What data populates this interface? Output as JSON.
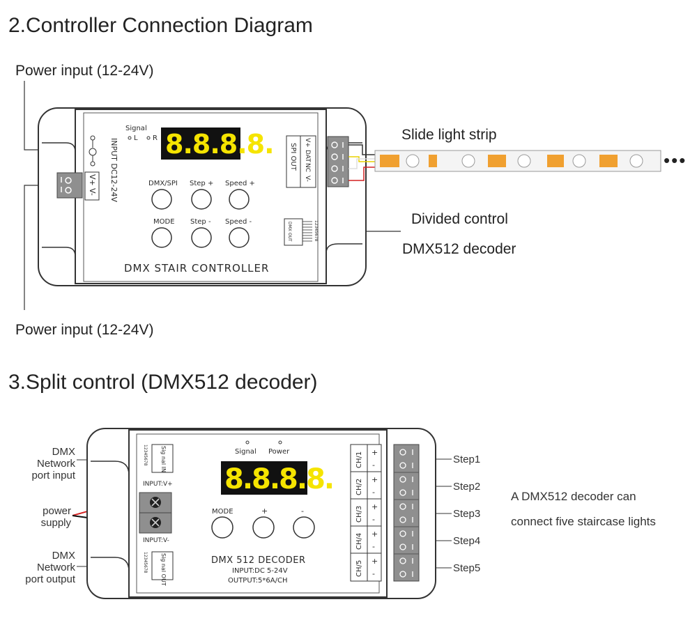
{
  "section2": {
    "title": "2.Controller Connection Diagram",
    "power_top": "Power input (12-24V)",
    "power_bottom": "Power input (12-24V)",
    "strip_label": "Slide light strip",
    "divided_label": "Divided control",
    "decoder_label": "DMX512 decoder",
    "controller": {
      "name": "DMX STAIR CONTROLLER",
      "display": "8.8.8.8.",
      "signal": "Signal",
      "signal_l": "L",
      "signal_r": "R",
      "input_label": "INPUT DC12-24V",
      "input_pins": [
        "V+",
        "V-"
      ],
      "spi_label": "SPI OUT",
      "spi_pins": [
        "V+",
        "DAT",
        "NC",
        "V-"
      ],
      "dmx_port": "DMX OUT",
      "dmx_pins": "12345678",
      "buttons": [
        {
          "label": "DMX/SPI"
        },
        {
          "label": "Step +"
        },
        {
          "label": "Speed +"
        },
        {
          "label": "MODE"
        },
        {
          "label": "Step -"
        },
        {
          "label": "Speed -"
        }
      ]
    },
    "strip_dots": "•••"
  },
  "section3": {
    "title": "3.Split control (DMX512 decoder)",
    "left_labels": {
      "dmx_in": [
        "DMX",
        "Network",
        "port input"
      ],
      "power": [
        "power",
        "supply"
      ],
      "dmx_out": [
        "DMX",
        "Network",
        "port output"
      ]
    },
    "decoder": {
      "name": "DMX 512 DECODER",
      "input_spec": "INPUT:DC 5-24V",
      "output_spec": "OUTPUT:5*6A/CH",
      "display": "8.8.8.8.",
      "signal": "Signal",
      "power": "Power",
      "input_vplus": "INPUT:V+",
      "input_vminus": "INPUT:V-",
      "port_in": "Sig nal IN",
      "port_out": "Sig nal OUT",
      "port_pins": "12345678",
      "buttons": [
        {
          "label": "MODE"
        },
        {
          "label": "+"
        },
        {
          "label": "-"
        }
      ],
      "channels": [
        "CH/1",
        "CH/2",
        "CH/3",
        "CH/4",
        "CH/5"
      ]
    },
    "steps": [
      "Step1",
      "Step2",
      "Step3",
      "Step4",
      "Step5"
    ],
    "note_line1": "A DMX512 decoder can",
    "note_line2": "connect five staircase lights"
  },
  "colors": {
    "display_bg": "#111111",
    "display_digits": "#f5e400",
    "wire_red": "#d42020",
    "wire_yellow": "#e8d200",
    "wire_white": "#dddddd",
    "led_amber": "#f0a030"
  }
}
